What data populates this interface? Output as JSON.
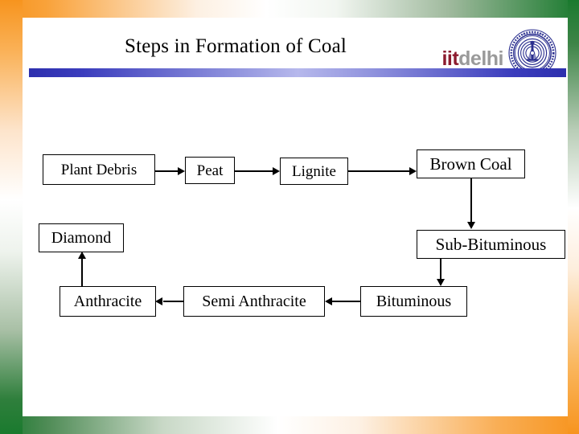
{
  "slide": {
    "title": "Steps in Formation of Coal",
    "brand": {
      "primary": "iit",
      "secondary": "delhi",
      "primary_color": "#8c1b2f",
      "secondary_color": "#9a9a9a",
      "seal_color": "#2b2f8f",
      "seal_name": "iit-delhi-seal"
    },
    "frame_colors": {
      "saffron": "#f7941e",
      "white": "#ffffff",
      "green": "#1a7a2e",
      "divider_blue": "#2d2fae",
      "divider_blue_light": "#b6b8ec"
    }
  },
  "flowchart": {
    "nodes": [
      {
        "id": "plant-debris",
        "label": "Plant Debris"
      },
      {
        "id": "peat",
        "label": "Peat"
      },
      {
        "id": "lignite",
        "label": "Lignite"
      },
      {
        "id": "brown-coal",
        "label": "Brown Coal"
      },
      {
        "id": "sub-bituminous",
        "label": "Sub-Bituminous"
      },
      {
        "id": "bituminous",
        "label": "Bituminous"
      },
      {
        "id": "semi-anthracite",
        "label": "Semi Anthracite"
      },
      {
        "id": "anthracite",
        "label": "Anthracite"
      },
      {
        "id": "diamond",
        "label": "Diamond"
      }
    ],
    "edges": [
      {
        "from": "plant-debris",
        "to": "peat",
        "direction": "right"
      },
      {
        "from": "peat",
        "to": "lignite",
        "direction": "right"
      },
      {
        "from": "lignite",
        "to": "brown-coal",
        "direction": "right"
      },
      {
        "from": "brown-coal",
        "to": "sub-bituminous",
        "direction": "down"
      },
      {
        "from": "sub-bituminous",
        "to": "bituminous",
        "direction": "down"
      },
      {
        "from": "bituminous",
        "to": "semi-anthracite",
        "direction": "left"
      },
      {
        "from": "semi-anthracite",
        "to": "anthracite",
        "direction": "left"
      },
      {
        "from": "anthracite",
        "to": "diamond",
        "direction": "up"
      }
    ]
  }
}
